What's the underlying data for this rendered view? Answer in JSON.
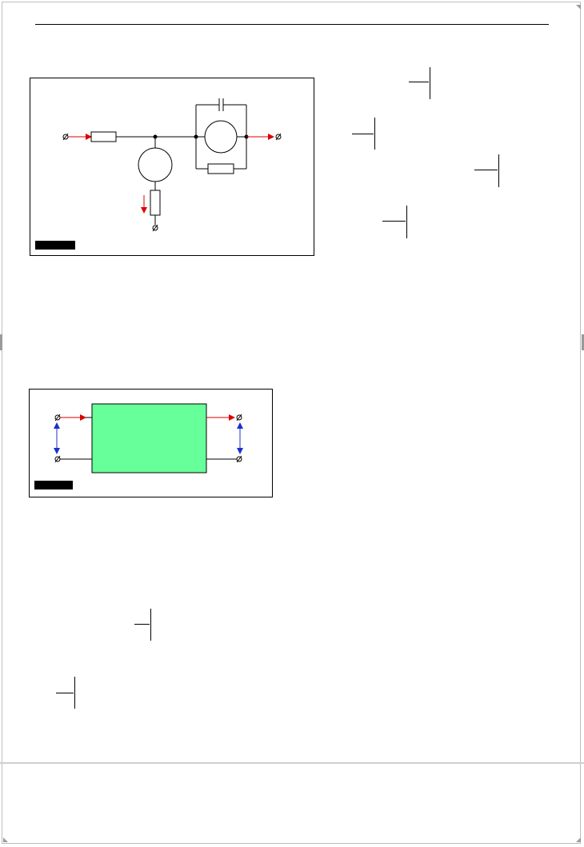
{
  "page": {
    "header_text": "",
    "figures": [
      {
        "id": "circuit",
        "caption": ""
      },
      {
        "id": "twoport",
        "caption": ""
      }
    ]
  },
  "colors": {
    "frame": "#bdbdbd",
    "current_arrow": "#dd0000",
    "voltage_arrow": "#1a2fd0",
    "network_fill": "#66ff99",
    "caption_bg": "#000000"
  },
  "icons": {
    "terminal": "terminal-icon",
    "resistor": "resistor-icon",
    "capacitor": "capacitor-icon",
    "source": "source-circle-icon",
    "node": "node-dot-icon"
  },
  "formula_brackets": [
    {
      "id": "f1"
    },
    {
      "id": "f2"
    },
    {
      "id": "f3"
    },
    {
      "id": "f4"
    },
    {
      "id": "f5"
    },
    {
      "id": "f6"
    }
  ]
}
